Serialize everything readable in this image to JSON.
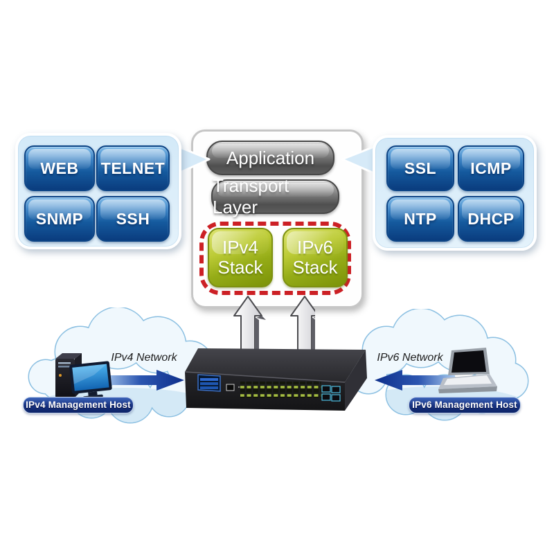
{
  "diagram_title": "Dual IPv4 / IPv6 management protocol stack diagram",
  "left_panel": {
    "buttons": [
      {
        "label": "WEB"
      },
      {
        "label": "TELNET"
      },
      {
        "label": "SNMP"
      },
      {
        "label": "SSH"
      }
    ]
  },
  "right_panel": {
    "buttons": [
      {
        "label": "SSL"
      },
      {
        "label": "ICMP"
      },
      {
        "label": "NTP"
      },
      {
        "label": "DHCP"
      }
    ]
  },
  "center_panel": {
    "application_label": "Application",
    "transport_label": "Transport Layer",
    "stacks": [
      {
        "line1": "IPv4",
        "line2": "Stack"
      },
      {
        "line1": "IPv6",
        "line2": "Stack"
      }
    ]
  },
  "ipv4_cloud": {
    "network_label": "IPv4 Network",
    "host_label": "IPv4 Management Host"
  },
  "ipv6_cloud": {
    "network_label": "IPv6 Network",
    "host_label": "IPv6 Management Host"
  },
  "icons": {
    "cloud": "cloud-shape",
    "desktop": "desktop-computer-icon",
    "laptop": "laptop-icon",
    "switch": "managed-switch-illustration",
    "network_arrow": "blue-network-arrow",
    "uplink_arrow": "white-uplink-arrow",
    "callout_tail": "speech-callout-tail"
  },
  "colors": {
    "panel_blue_bg": "#d9ecf9",
    "button_blue": "#155a9e",
    "pill_gray": "#6e6e6e",
    "stack_green": "#a8bc1e",
    "dashed_red": "#cc2025",
    "badge_navy": "#17317f",
    "cloud_outline": "#8cc0e2",
    "arrow_blue": "#10338e"
  }
}
